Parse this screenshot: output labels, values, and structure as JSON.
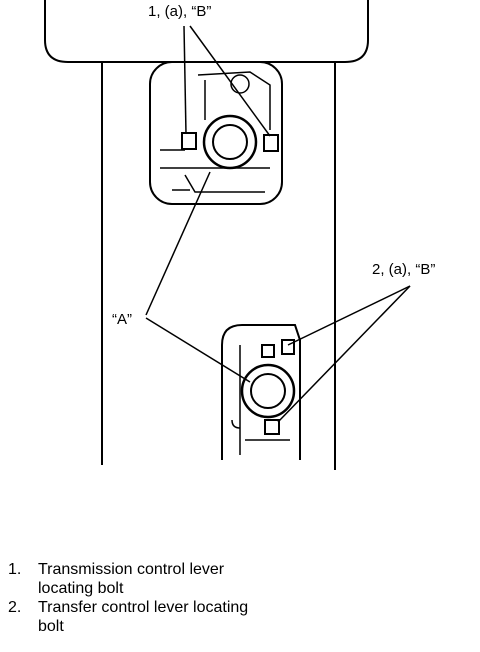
{
  "callouts": {
    "bolt1": "1, (a), “B”",
    "bolt2": "2, (a), “B”",
    "a": "“A”"
  },
  "legend": [
    {
      "num": "1.",
      "text": "Transmission control lever locating bolt"
    },
    {
      "num": "2.",
      "text": "Transfer control lever locating bolt"
    }
  ]
}
